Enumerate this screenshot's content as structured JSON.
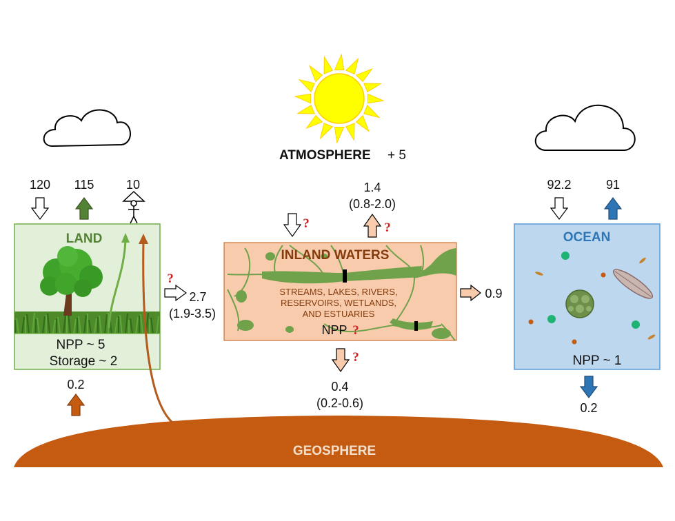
{
  "atmosphere": {
    "label": "ATMOSPHERE",
    "value": "+ 5"
  },
  "land": {
    "title": "LAND",
    "npp": "NPP ~ 5",
    "storage": "Storage ~ 2",
    "flux_in": "120",
    "flux_out": "115",
    "human": "10",
    "geo_flux": "0.2"
  },
  "land_to_waters": {
    "value": "2.7",
    "range": "(1.9-3.5)",
    "unknown": "?"
  },
  "inland_waters": {
    "title": "INLAND WATERS",
    "desc_line1": "STREAMS, LAKES, RIVERS,",
    "desc_line2": "RESERVOIRS, WETLANDS,",
    "desc_line3": "AND ESTUARIES",
    "npp": "NPP",
    "unknown": "?",
    "outgas_value": "1.4",
    "outgas_range": "(0.8-2.0)",
    "burial_value": "0.4",
    "burial_range": "(0.2-0.6)"
  },
  "waters_to_ocean": {
    "value": "0.9"
  },
  "ocean": {
    "title": "OCEAN",
    "npp": "NPP ~ 1",
    "flux_in": "92.2",
    "flux_out": "91",
    "burial": "0.2"
  },
  "geosphere": {
    "label": "GEOSPHERE"
  },
  "colors": {
    "land_fill": "#e2efd9",
    "land_green": "#548235",
    "waters_fill": "#f8cbad",
    "waters_title": "#843c0c",
    "ocean_fill": "#bdd7ee",
    "ocean_title": "#2e75b6",
    "geo_fill": "#c55a11",
    "sun": "#ffff00",
    "question": "#d21f1f"
  }
}
